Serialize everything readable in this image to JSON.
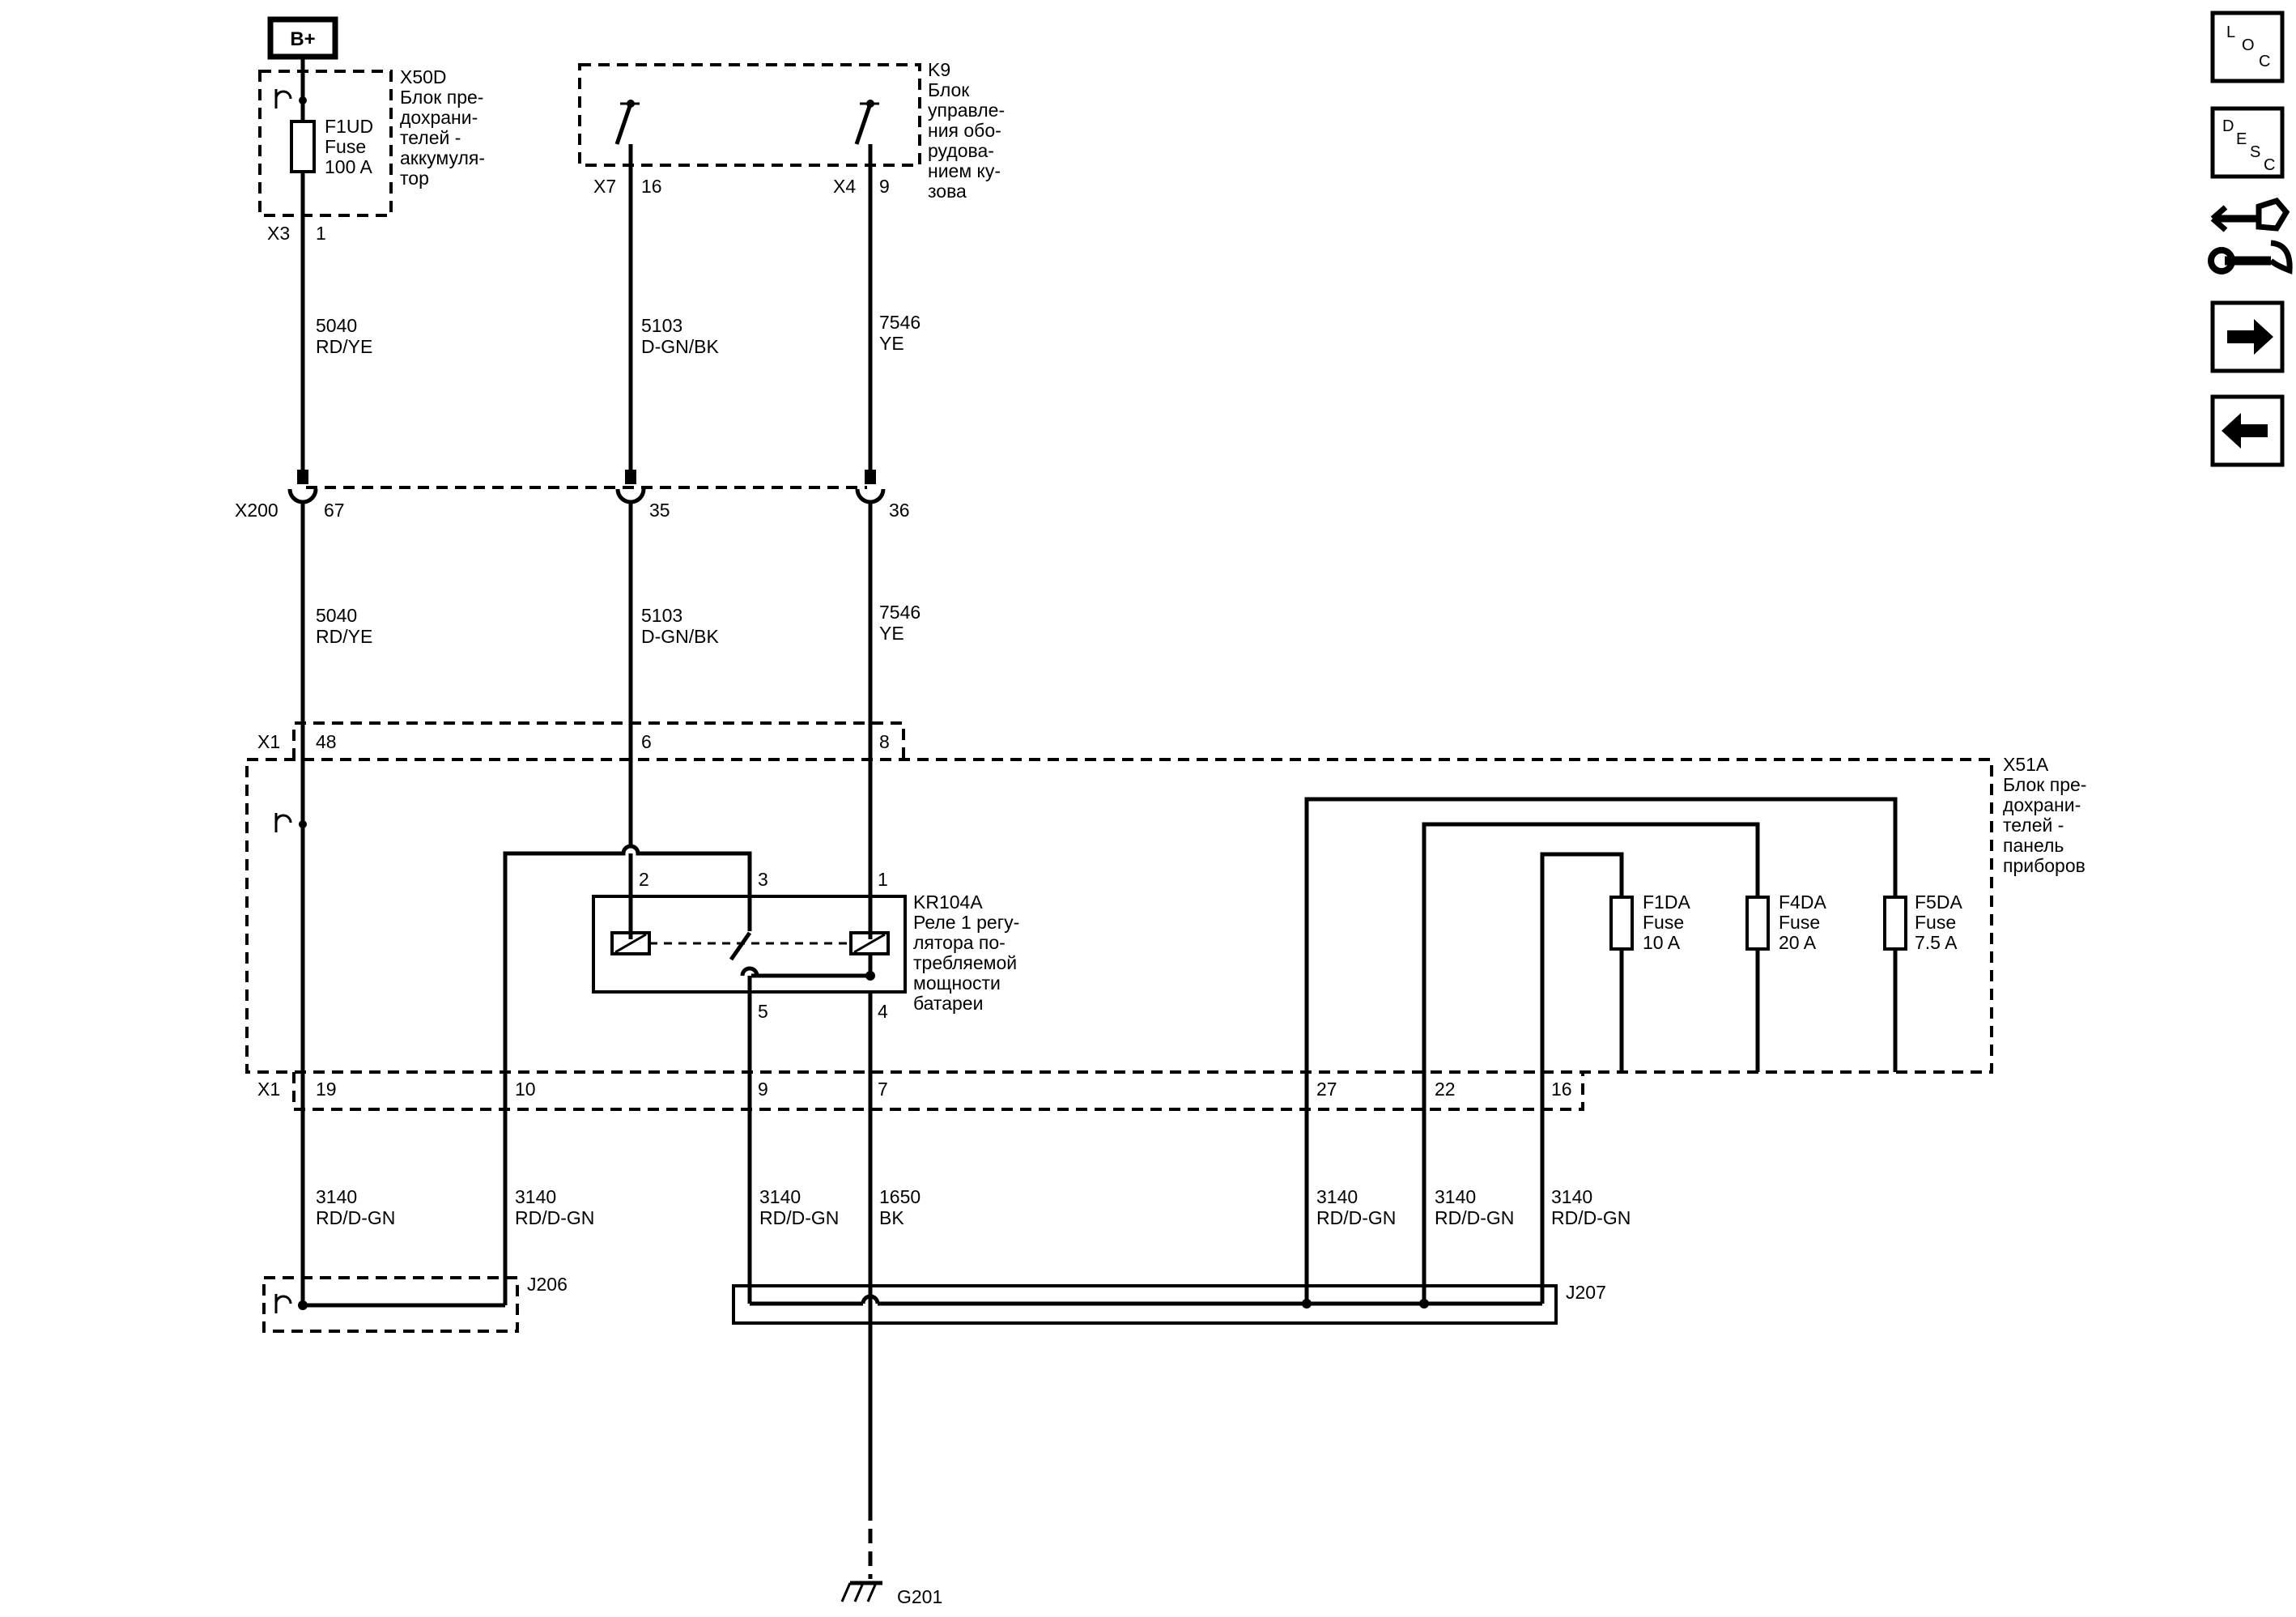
{
  "power_source": "B+",
  "nav_buttons": {
    "loc": [
      "L",
      "O",
      "C"
    ],
    "desc": [
      "D",
      "E",
      "S",
      "C"
    ]
  },
  "x50d": {
    "name": "X50D",
    "desc": [
      "Блок пре-",
      "дохрани-",
      "телей -",
      "аккумуля-",
      "тор"
    ],
    "fuse": [
      "F1UD",
      "Fuse",
      "100 A"
    ],
    "conn": "X3",
    "pin": "1"
  },
  "k9": {
    "name": "K9",
    "desc": [
      "Блок",
      "управле-",
      "ния обо-",
      "рудова-",
      "нием ку-",
      "зова"
    ],
    "conn_left": "X7",
    "pin_left": "16",
    "conn_right": "X4",
    "pin_right": "9"
  },
  "wires_top": [
    {
      "circuit": "5040",
      "color": "RD/YE"
    },
    {
      "circuit": "5103",
      "color": "D-GN/BK"
    },
    {
      "circuit": "7546",
      "color": "YE"
    }
  ],
  "x200": {
    "name": "X200",
    "pins": [
      "67",
      "35",
      "36"
    ]
  },
  "wires_mid": [
    {
      "circuit": "5040",
      "color": "RD/YE"
    },
    {
      "circuit": "5103",
      "color": "D-GN/BK"
    },
    {
      "circuit": "7546",
      "color": "YE"
    }
  ],
  "x1_top": {
    "name": "X1",
    "pins": [
      "48",
      "6",
      "8"
    ]
  },
  "x51a": {
    "name": "X51A",
    "desc": [
      "Блок пре-",
      "дохрани-",
      "телей -",
      "панель",
      "приборов"
    ]
  },
  "relay": {
    "name": "KR104A",
    "desc": [
      "Реле 1 регу-",
      "лятора по-",
      "требляемой",
      "мощности",
      "батареи"
    ],
    "pins_top": [
      "2",
      "3",
      "1"
    ],
    "pins_bottom": [
      "5",
      "4"
    ]
  },
  "fuses": [
    {
      "lines": [
        "F1DA",
        "Fuse",
        "10 A"
      ]
    },
    {
      "lines": [
        "F4DA",
        "Fuse",
        "20 A"
      ]
    },
    {
      "lines": [
        "F5DA",
        "Fuse",
        "7.5 A"
      ]
    }
  ],
  "x1_bottom": {
    "name": "X1",
    "pins": [
      "19",
      "10",
      "9",
      "7",
      "27",
      "22",
      "16"
    ]
  },
  "wires_bottom": [
    {
      "circuit": "3140",
      "color": "RD/D-GN"
    },
    {
      "circuit": "3140",
      "color": "RD/D-GN"
    },
    {
      "circuit": "3140",
      "color": "RD/D-GN"
    },
    {
      "circuit": "1650",
      "color": "BK"
    },
    {
      "circuit": "3140",
      "color": "RD/D-GN"
    },
    {
      "circuit": "3140",
      "color": "RD/D-GN"
    },
    {
      "circuit": "3140",
      "color": "RD/D-GN"
    }
  ],
  "splices": {
    "j206": "J206",
    "j207": "J207"
  },
  "ground": "G201"
}
